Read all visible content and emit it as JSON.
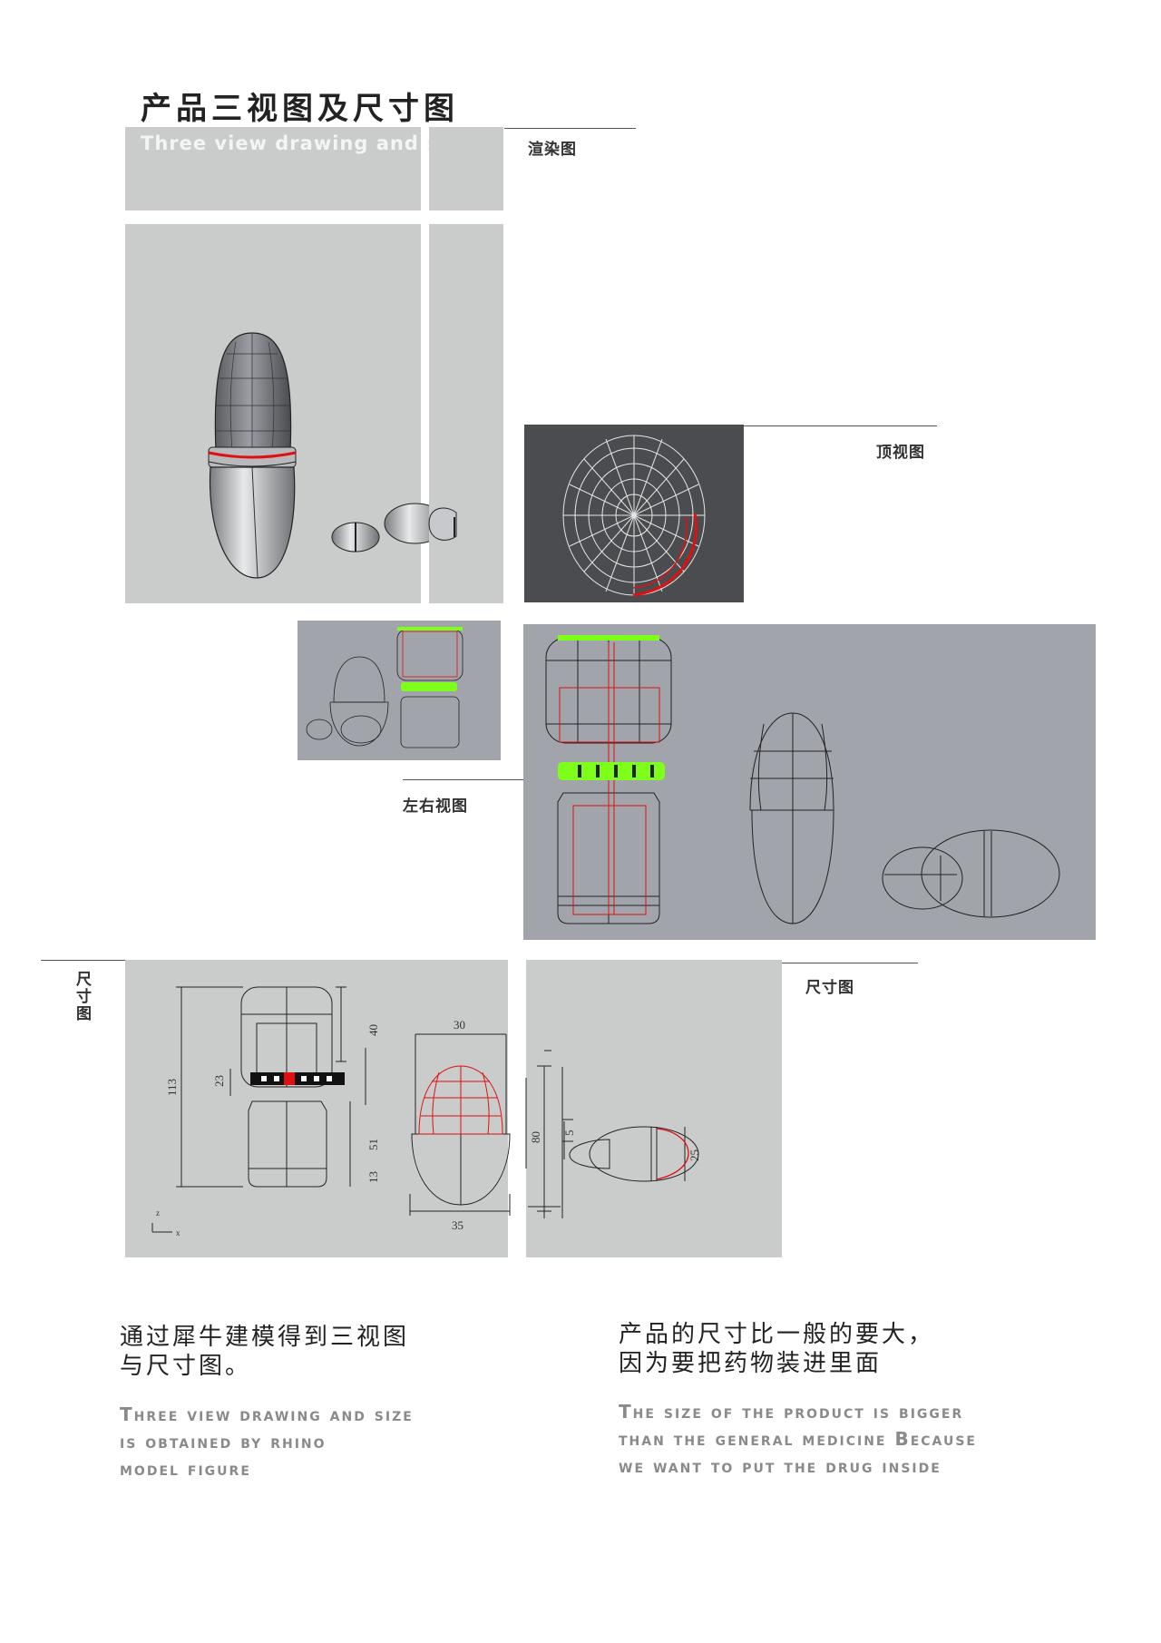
{
  "header": {
    "title_cn": "产品三视图及尺寸图",
    "title_en": "Three view drawing and size"
  },
  "labels": {
    "render": "渲染图",
    "top_view": "顶视图",
    "side_view": "左右视图",
    "dimension_left": "尺寸图",
    "dimension_right": "尺寸图"
  },
  "dimensions": {
    "d113": "113",
    "d40": "40",
    "d23": "23",
    "d51": "51",
    "d13": "13",
    "d30": "30",
    "d80": "80",
    "d35": "35",
    "d5": "5",
    "d25": "25",
    "axis_z": "z",
    "axis_x": "x"
  },
  "footer": {
    "left_cn_line1": "通过犀牛建模得到三视图",
    "left_cn_line2": "与尺寸图。",
    "left_en_line1": "Three view drawing and size",
    "left_en_line2": "is obtained by rhino",
    "left_en_line3": "model figure",
    "right_cn_line1": "产品的尺寸比一般的要大，",
    "right_cn_line2": "因为要把药物装进里面",
    "right_en_line1": "The size of the product is bigger",
    "right_en_line2": "than the general medicine Because",
    "right_en_line3": "we want to put the drug inside"
  },
  "colors": {
    "panel_light": "#c9cccb",
    "panel_dark": "#4a4c4f",
    "panel_mid": "#a1a4ab",
    "accent_red": "#e01010",
    "accent_green": "#7dff1a"
  }
}
